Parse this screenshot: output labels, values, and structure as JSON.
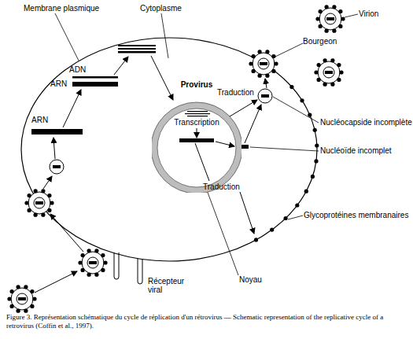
{
  "diagram": {
    "caption": "Figure 3. Représentation schématique du cycle de réplication d'un rétrovirus — Schematic representation of the replicative cycle of a retrovirus (Coffin et al., 1997).",
    "nodes": [
      {
        "text": [
          "Provirus",
          "Transcription"
        ]
      }
    ],
    "labels": [
      "Membrane plasmique",
      "Cytoplasme",
      "Virion",
      "Bourgeon",
      "ADN",
      "ARN",
      "ARN",
      "Traduction",
      "Nucléocapside incomplète",
      "Nucléoïde incomplet",
      "Traduction",
      "Glycoprotéines membranaires",
      "Noyau",
      "Récepteur viral"
    ]
  }
}
